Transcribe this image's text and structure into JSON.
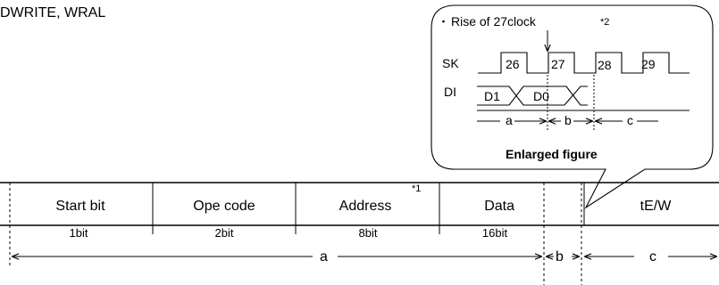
{
  "header": {
    "title_fragment": "DWRITE, WRAL"
  },
  "frame": {
    "fields": [
      {
        "label": "Start bit",
        "bits": "1bit"
      },
      {
        "label": "Ope code",
        "bits": "2bit"
      },
      {
        "label": "Address",
        "bits": "8bit",
        "note": "*1"
      },
      {
        "label": "Data",
        "bits": "16bit"
      },
      {
        "label": "tE/W",
        "bits": ""
      }
    ],
    "intervals": {
      "a": "a",
      "b": "b",
      "c": "c"
    }
  },
  "enlarged": {
    "caption_bullet": "・",
    "caption": "Rise of 27clock",
    "note": "*2",
    "sk_label": "SK",
    "di_label": "DI",
    "clock_numbers": [
      "26",
      "27",
      "28",
      "29"
    ],
    "data_bits": [
      "D1",
      "D0"
    ],
    "intervals": {
      "a": "a",
      "b": "b",
      "c": "c"
    },
    "title": "Enlarged figure"
  }
}
